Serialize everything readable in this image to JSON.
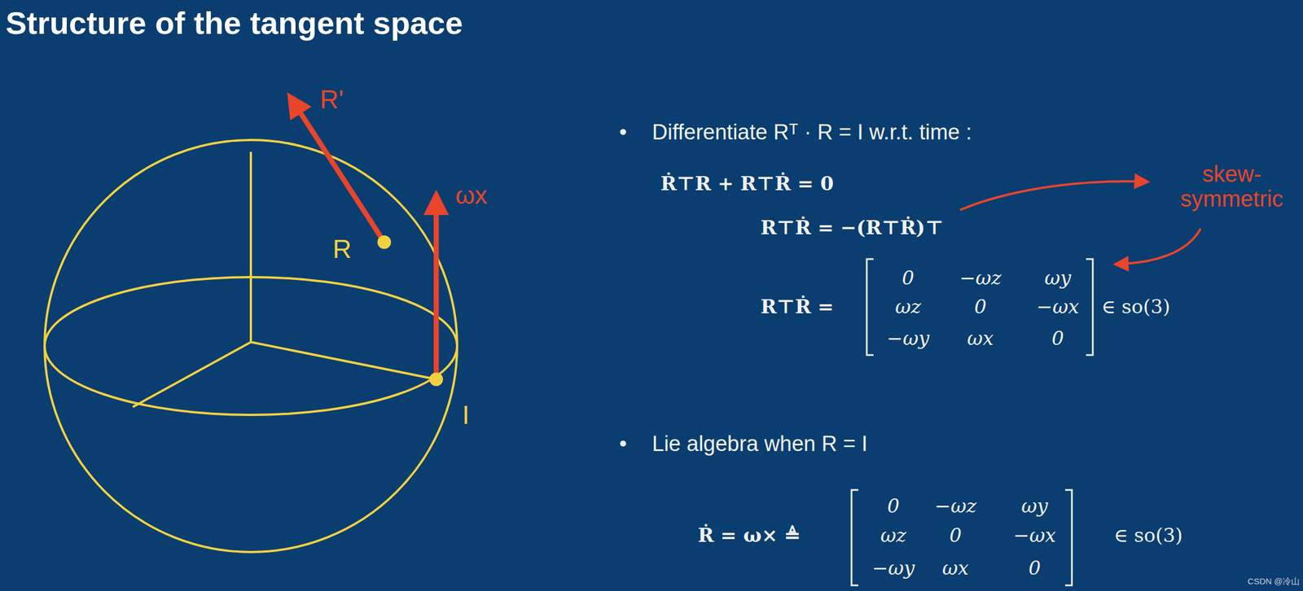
{
  "diagram": {
    "title": "Structure of the tangent space",
    "labels": [
      "R'",
      "ωx",
      "R",
      "I",
      "•",
      "Differentiate Rᵀ · R = I w.r.t. time :",
      "Ṙ⊤R + R⊤Ṙ = 0",
      "R⊤Ṙ = −(R⊤Ṙ)⊤",
      "R⊤Ṙ =",
      "0",
      "−ωz",
      "ωy",
      "ωz",
      "0",
      "−ωx",
      "−ωy",
      "ωx",
      "0",
      "∈ so(3)",
      "skew- symmetric",
      "•",
      "Lie algebra when R = I",
      "Ṙ = ω× ≜",
      "0",
      "−ωz",
      "ωy",
      "ωz",
      "0",
      "−ωx",
      "−ωy",
      "ωx",
      "0",
      "∈ so(3)",
      "CSDN @冷山"
    ]
  }
}
